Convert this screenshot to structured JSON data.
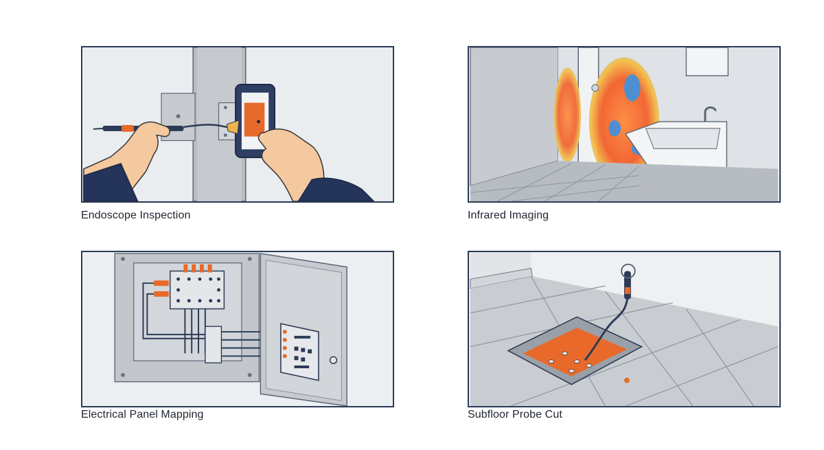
{
  "panels": [
    {
      "caption": "Endoscope Inspection"
    },
    {
      "caption": "Infrared Imaging"
    },
    {
      "caption": "Electrical Panel Mapping"
    },
    {
      "caption": "Subfloor Probe Cut"
    }
  ],
  "colors": {
    "outline": "#2b3a55",
    "accent_orange": "#e8692a",
    "wall_grey": "#c9ccd0",
    "skin": "#f4c9a0",
    "sleeve": "#24345a"
  }
}
